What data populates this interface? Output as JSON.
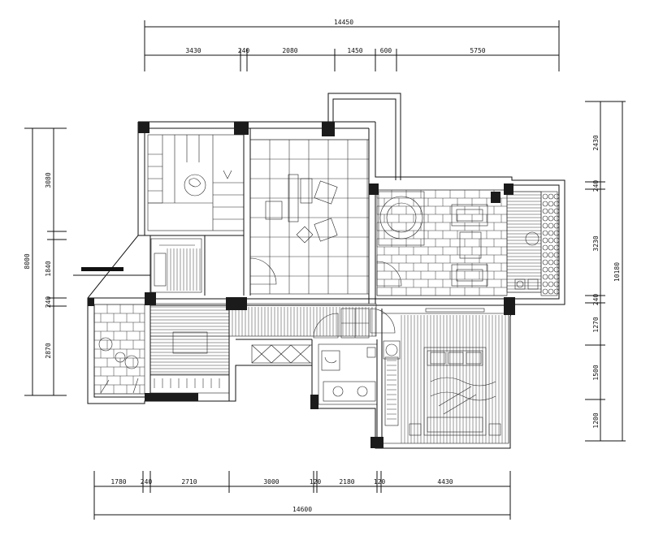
{
  "top_dims": {
    "total": "14450",
    "segments": [
      "3430",
      "240",
      "2080",
      "1450",
      "600",
      "5750"
    ]
  },
  "bottom_dims": {
    "total": "14600",
    "segments": [
      "1780",
      "240",
      "2710",
      "3000",
      "120",
      "2180",
      "120",
      "4430"
    ]
  },
  "left_dims": {
    "total": "8000",
    "segments": [
      "3080",
      "1840",
      "240",
      "2870"
    ]
  },
  "right_dims": {
    "total": "10180",
    "segments": [
      "2430",
      "240",
      "3230",
      "240",
      "1270",
      "1500",
      "1200"
    ]
  }
}
